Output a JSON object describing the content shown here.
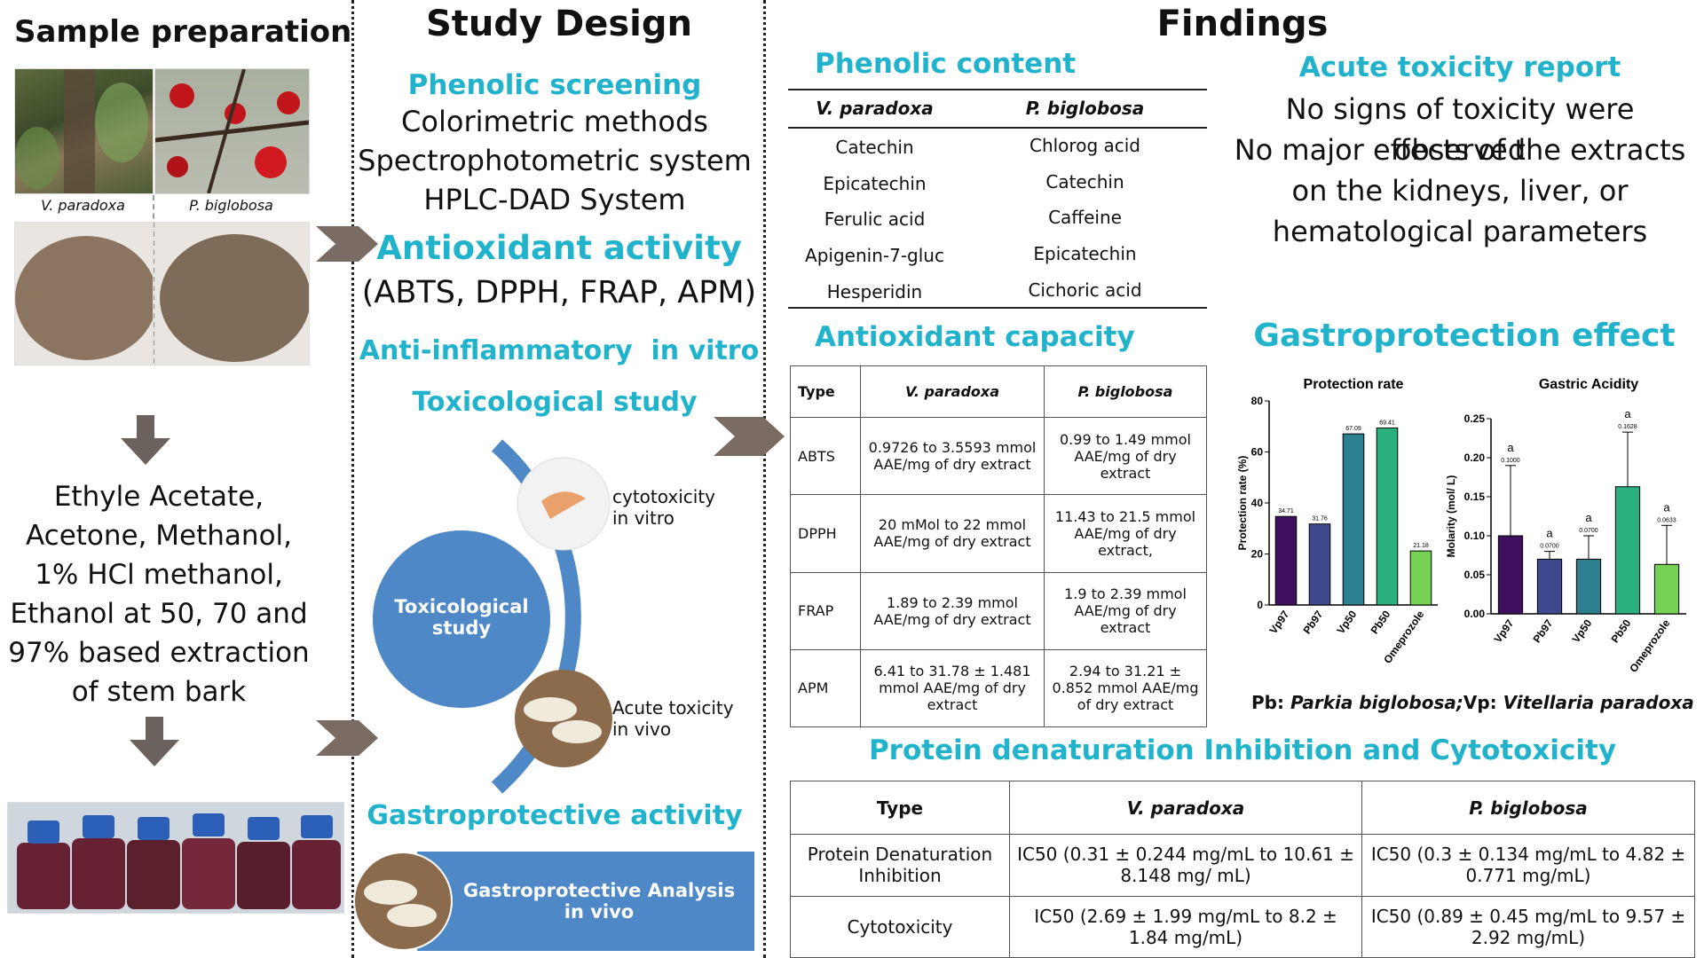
{
  "sample_prep": {
    "title": "Sample preparation",
    "label_left": "V. paradoxa",
    "label_right": "P. biglobosa",
    "extraction_text": "Ethyle Acetate, Acetone, Methanol, 1% HCl methanol, Ethanol at 50, 70 and 97% based extraction of stem bark"
  },
  "study_design": {
    "title": "Study Design",
    "phenolic_title": "Phenolic screening",
    "phenolic_lines": [
      "Colorimetric methods",
      "Spectrophotometric system",
      "HPLC-DAD System"
    ],
    "antioxidant_title": "Antioxidant activity",
    "antioxidant_sub": "(ABTS, DPPH, FRAP, APM)",
    "antiinflam": "Anti-inflammatory  in vitro",
    "tox_title": "Toxicological study",
    "tox_circle": "Toxicological study",
    "cytotox_label": "cytotoxicity in vitro",
    "acute_label": "Acute toxicity in vivo",
    "gastro_title": "Gastroprotective activity",
    "gastro_box": "Gastroprotective Analysis in vivo"
  },
  "findings": {
    "title": "Findings",
    "phenolic": {
      "title": "Phenolic content",
      "headers": [
        "V. paradoxa",
        "P. biglobosa"
      ],
      "rows": [
        [
          "Catechin",
          "Chlorog acid"
        ],
        [
          "Epicatechin",
          "Catechin"
        ],
        [
          "Ferulic acid",
          "Caffeine"
        ],
        [
          "Apigenin-7-gluc",
          "Epicatechin"
        ],
        [
          "Hesperidin",
          "Cichoric acid"
        ]
      ]
    },
    "acute": {
      "title": "Acute toxicity report",
      "text1": "No signs of toxicity were observed",
      "text2": "No major effects of the extracts on the kidneys, liver, or hematological parameters"
    },
    "antioxidant": {
      "title": "Antioxidant capacity",
      "headers": [
        "Type",
        "V. paradoxa",
        "P. biglobosa"
      ],
      "rows": [
        [
          "ABTS",
          "0.9726 to 3.5593 mmol AAE/mg of dry extract",
          "0.99 to 1.49 mmol AAE/mg of dry extract"
        ],
        [
          "DPPH",
          "20 mMol to 22 mmol AAE/mg of dry extract",
          "11.43 to 21.5 mmol AAE/mg of dry extract,"
        ],
        [
          "FRAP",
          "1.89 to 2.39 mmol AAE/mg of dry extract",
          "1.9 to 2.39 mmol AAE/mg of dry extract"
        ],
        [
          "APM",
          "6.41 to 31.78 ± 1.481 mmol AAE/mg of dry extract",
          "2.94 to 31.21 ± 0.852 mmol AAE/mg of dry extract"
        ]
      ]
    },
    "gastro": {
      "title": "Gastroprotection effect",
      "caption_pb": "Pb:",
      "caption_pb_name": "Parkia biglobosa;",
      "caption_vp": "Vp:",
      "caption_vp_name": "Vitellaria paradoxa"
    },
    "protein": {
      "title": "Protein denaturation Inhibition and Cytotoxicity",
      "headers": [
        "Type",
        "V. paradoxa",
        "P. biglobosa"
      ],
      "rows": [
        [
          "Protein Denaturation Inhibition",
          "IC50 (0.31 ± 0.244 mg/mL to 10.61 ± 8.148 mg/ mL)",
          "IC50 (0.3 ± 0.134 mg/mL to 4.82 ± 0.771 mg/mL)"
        ],
        [
          "Cytotoxicity",
          "IC50 (2.69 ± 1.99 mg/mL to 8.2 ± 1.84 mg/mL)",
          "IC50 (0.89 ± 0.45 mg/mL to 9.57 ± 2.92 mg/mL)"
        ]
      ]
    }
  },
  "chart_data": [
    {
      "type": "bar",
      "title": "Protection rate",
      "ylabel": "Protection rate (%)",
      "xlabel": "",
      "categories": [
        "Vp97",
        "Pb97",
        "Vp50",
        "Pb50",
        "Omeprozole"
      ],
      "values": [
        34.71,
        31.76,
        67.09,
        69.41,
        21.18
      ],
      "value_labels": [
        "34.71",
        "31.76",
        "67.09",
        "69.41",
        "21.18"
      ],
      "ylim": [
        0,
        80
      ],
      "yticks": [
        0,
        20,
        40,
        60,
        80
      ],
      "colors": [
        "#3f0f5e",
        "#3e4a8d",
        "#2c7f8e",
        "#2bb07f",
        "#77d155"
      ]
    },
    {
      "type": "bar",
      "title": "Gastric Acidity",
      "ylabel": "Molarity (mol/ L)",
      "xlabel": "",
      "categories": [
        "Vp97",
        "Pb97",
        "Vp50",
        "Pb50",
        "Omeprozole"
      ],
      "values": [
        0.1,
        0.07,
        0.07,
        0.1628,
        0.0633
      ],
      "errors": [
        0.09,
        0.01,
        0.03,
        0.07,
        0.05
      ],
      "value_labels": [
        "0.1000",
        "0.0700",
        "0.0700",
        "0.1628",
        "0.0633"
      ],
      "sig_letters": [
        "a",
        "a",
        "a",
        "a",
        "a"
      ],
      "ylim": [
        0,
        0.25
      ],
      "yticks": [
        "0.00",
        "0.05",
        "0.10",
        "0.15",
        "0.20",
        "0.25"
      ],
      "colors": [
        "#3f0f5e",
        "#3e4a8d",
        "#2c7f8e",
        "#2bb07f",
        "#77d155"
      ]
    }
  ]
}
